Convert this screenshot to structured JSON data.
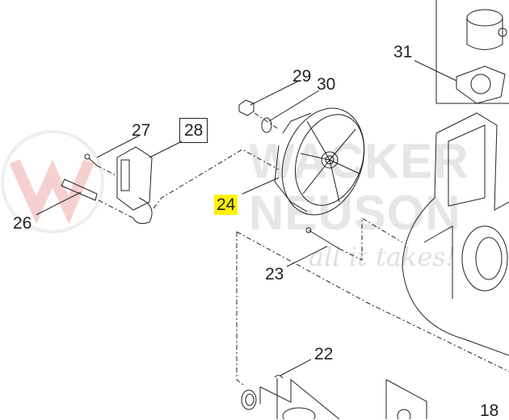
{
  "watermark": {
    "brand_line1": "WACKER",
    "brand_line2": "NEUSON",
    "slogan": "all it takes!"
  },
  "callouts": [
    {
      "id": "31",
      "label": "31"
    },
    {
      "id": "29",
      "label": "29"
    },
    {
      "id": "30",
      "label": "30"
    },
    {
      "id": "27",
      "label": "27"
    },
    {
      "id": "28",
      "label": "28",
      "style": "boxed"
    },
    {
      "id": "24",
      "label": "24",
      "style": "highlighted",
      "highlight_color": "#fff200"
    },
    {
      "id": "26",
      "label": "26"
    },
    {
      "id": "23",
      "label": "23"
    },
    {
      "id": "22",
      "label": "22"
    },
    {
      "id": "18",
      "label": "18"
    }
  ]
}
